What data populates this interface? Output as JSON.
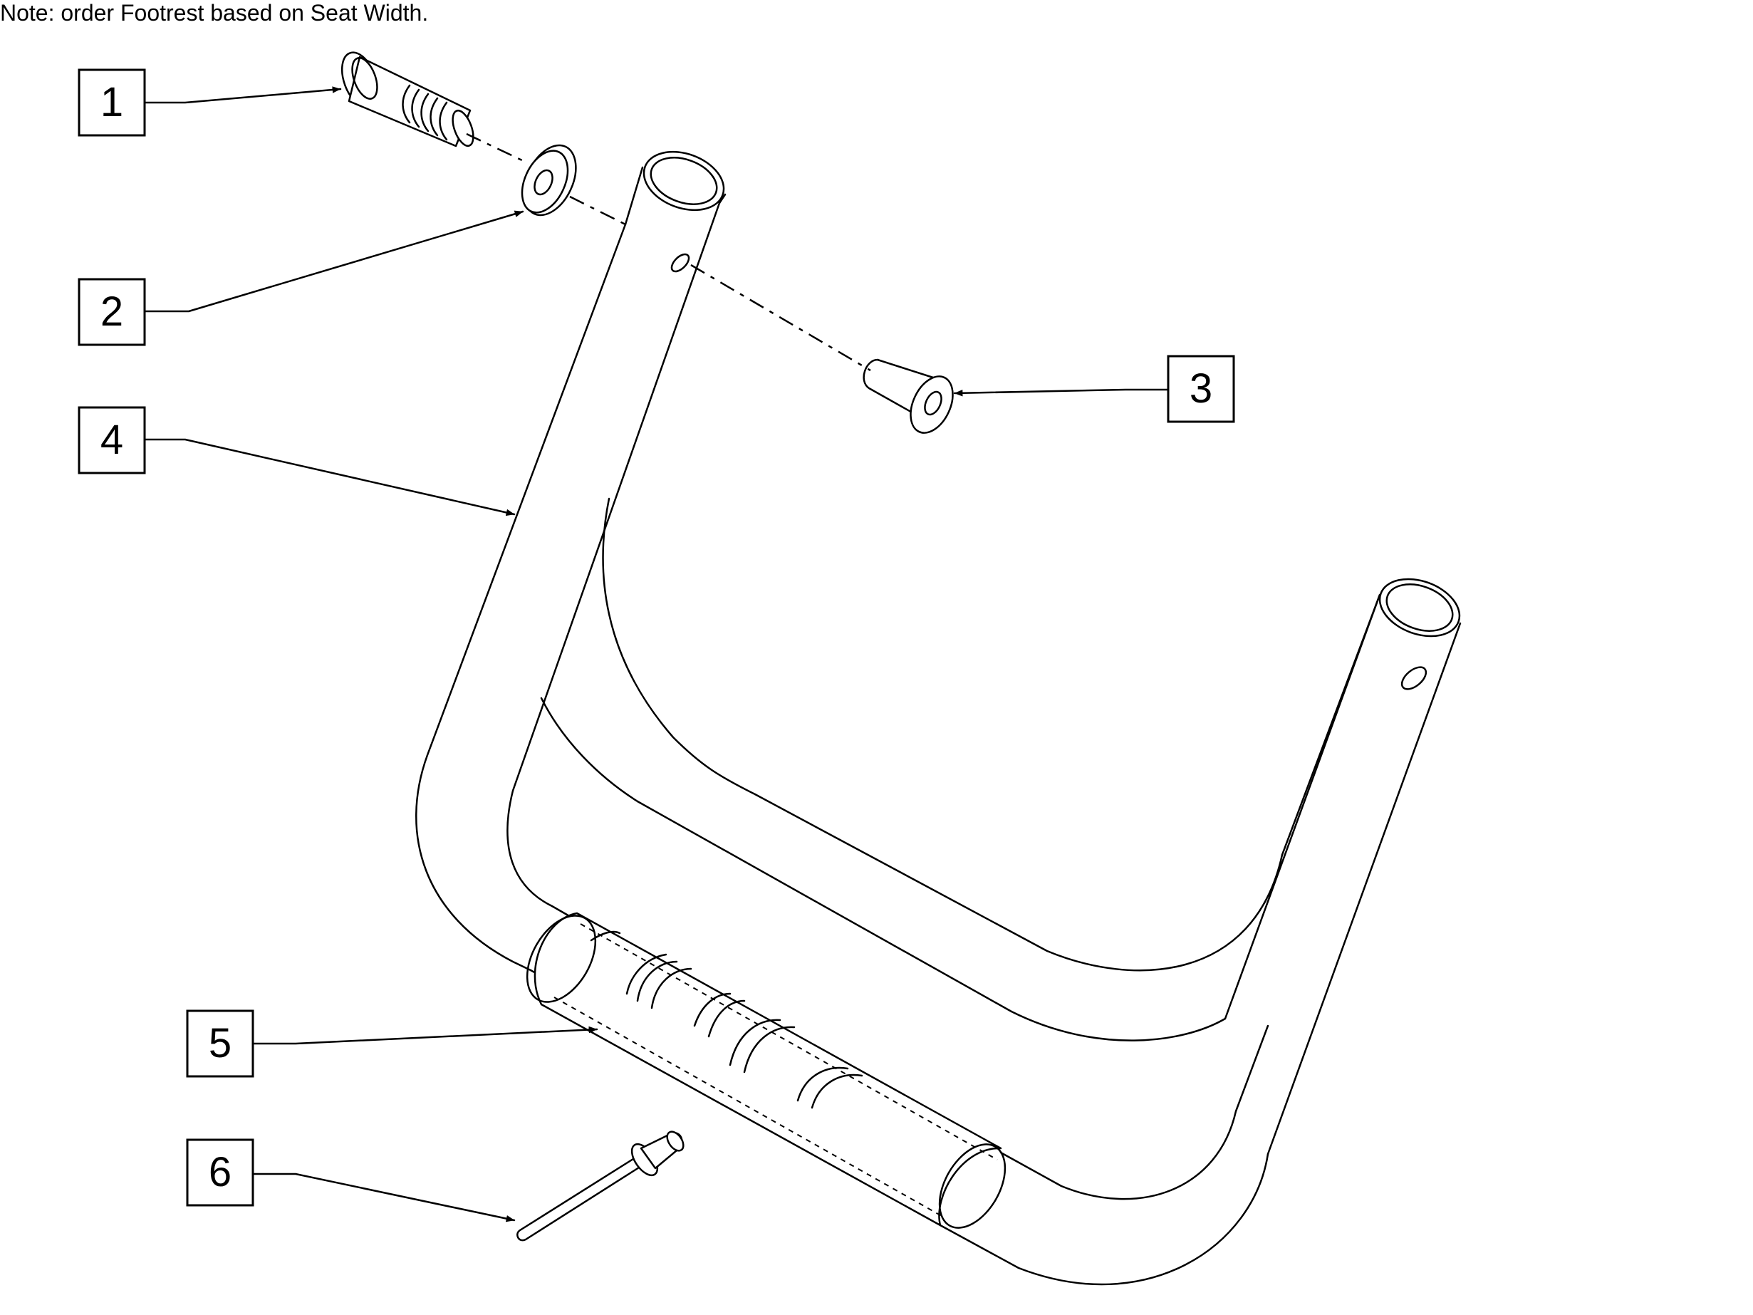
{
  "note": "Note: order Footrest based on Seat Width.",
  "callouts": [
    {
      "label": "1",
      "part": "shoulder-bolt"
    },
    {
      "label": "2",
      "part": "washer"
    },
    {
      "label": "3",
      "part": "barrel-nut"
    },
    {
      "label": "4",
      "part": "footrest-frame"
    },
    {
      "label": "5",
      "part": "tube-sleeve"
    },
    {
      "label": "6",
      "part": "rivet"
    }
  ]
}
